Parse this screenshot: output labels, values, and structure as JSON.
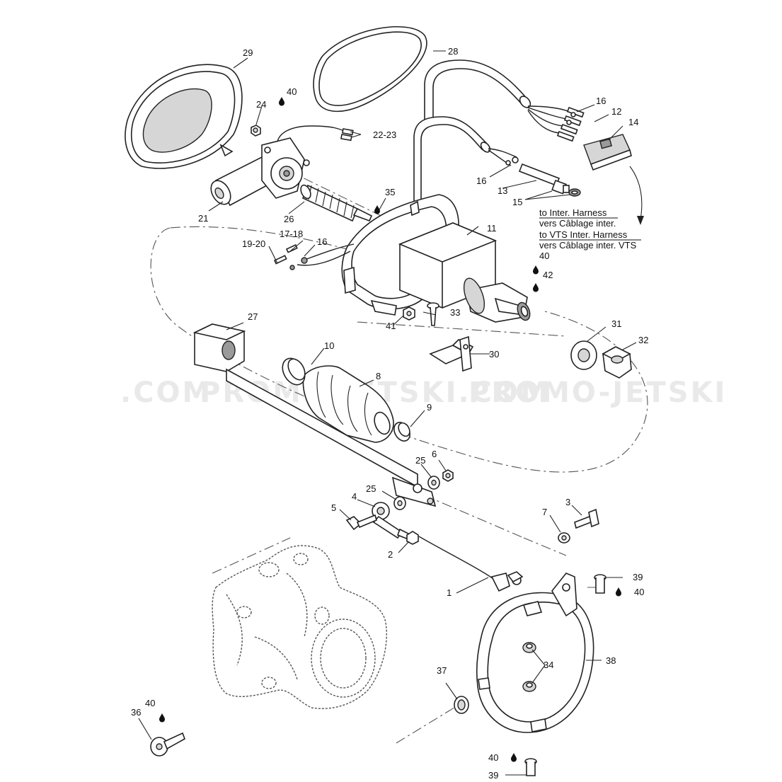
{
  "watermark": {
    "left": ".COM",
    "center": "PROMO-JETSKI.COM",
    "right": "PROMO-JETSKI"
  },
  "callouts": {
    "c1": "1",
    "c2": "2",
    "c3": "3",
    "c4": "4",
    "c5": "5",
    "c6": "6",
    "c7": "7",
    "c8": "8",
    "c9": "9",
    "c10": "10",
    "c11": "11",
    "c12": "12",
    "c13": "13",
    "c14": "14",
    "c15": "15",
    "c16a": "16",
    "c16b": "16",
    "c16c": "16",
    "c17_18": "17-18",
    "c19_20": "19-20",
    "c21": "21",
    "c22_23": "22-23",
    "c24": "24",
    "c25a": "25",
    "c25b": "25",
    "c26": "26",
    "c27": "27",
    "c28": "28",
    "c29": "29",
    "c30": "30",
    "c31": "31",
    "c32": "32",
    "c33": "33",
    "c34": "34",
    "c35": "35",
    "c36": "36",
    "c37": "37",
    "c38": "38",
    "c39a": "39",
    "c39b": "39",
    "c40a": "40",
    "c40b": "40",
    "c40c": "40",
    "c40d": "40",
    "c40e": "40",
    "c41": "41",
    "c42": "42"
  },
  "harness_note": {
    "line1": "to Inter. Harness",
    "line2": "vers Câblage inter.",
    "line3": "to VTS Inter. Harness",
    "line4": "vers Câblage inter. VTS"
  },
  "icons": {
    "sealant": "drop-icon"
  }
}
